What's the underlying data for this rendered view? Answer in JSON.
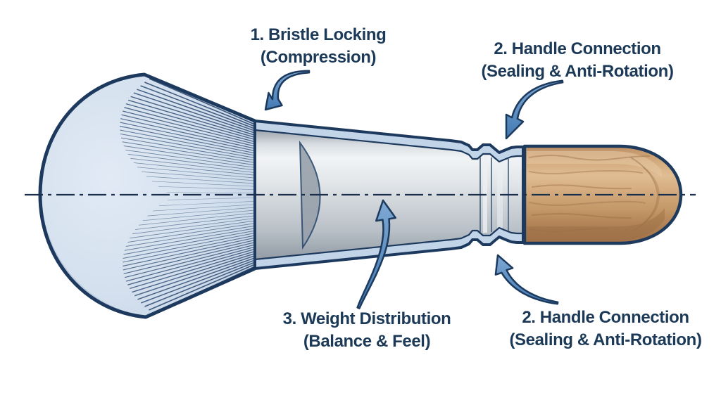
{
  "annotations": [
    {
      "line1": "1. Bristle Locking",
      "line2": "(Compression)"
    },
    {
      "line1": "2. Handle Connection",
      "line2": "(Sealing & Anti-Rotation)"
    },
    {
      "line1": "3. Weight Distribution",
      "line2": "(Balance & Feel)"
    },
    {
      "line1": "2. Handle Connection",
      "line2": "(Sealing & Anti-Rotation)"
    }
  ],
  "colors": {
    "background": "#ffffff",
    "outline_navy": "#1d3a5e",
    "label_text": "#1c3a57",
    "arrow_blue": "#4e88c2",
    "bristle_fill": "#d6e2ef",
    "bristle_line": "#2c4a70",
    "hatch_band": "#c2d5e8",
    "metal_highlight": "#f1f3f5",
    "metal_mid": "#cdd2d7",
    "metal_shadow": "#8a939e",
    "wood_base": "#c79a6c",
    "wood_light": "#e0bd93",
    "wood_dark": "#a1714a"
  }
}
